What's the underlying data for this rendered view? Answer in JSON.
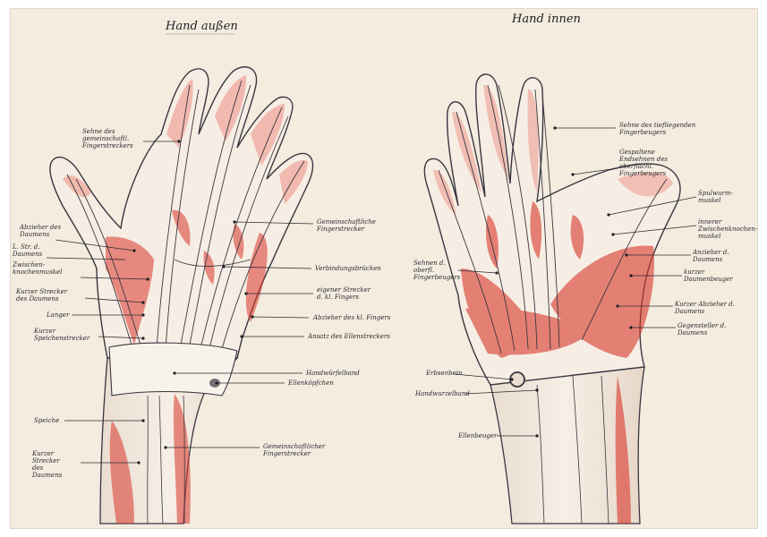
{
  "titles": {
    "left": "Hand außen",
    "right": "Hand innen"
  },
  "left_labels": [
    "Sehne des\ngemeinschaftl.\nFingerstreckers",
    "Abzieher des\nDaumens",
    "L. Str. d.\nDaumens",
    "Zwischen-\nknochenmuskel",
    "Kurzer Strecker\ndes Daumens",
    "Langer",
    "Kurzer\nSpeichenstrecker",
    "Speiche",
    "Kurzer\nStrecker\ndes\nDaumens",
    "Gemeinschaftliche\nFingerstrecker",
    "Verbindungsbrücken",
    "eigener Strecker\nd. kl. Fingers",
    "Abzieher des kl. Fingers",
    "Ansatz des Ellenstreckers",
    "Handwürfelband",
    "Ellenköpfchen",
    "Gemeinschaftlicher\nFingerstrecker"
  ],
  "right_labels": [
    "Sehne des tiefliegenden\nFingerbeugers",
    "Gespaltene\nEndsehnen des\noberflächl.\nFingerbeugers",
    "Spulwurm-\nmuskel",
    "innerer\nZwischenknochen-\nmuskel",
    "Anzieher d.\nDaumens",
    "kurzer\nDaumenbeuger",
    "Kurzer Abzieher d.\nDaumens",
    "Gegensteller d.\nDaumens",
    "Sehnen d.\noberfl.\nFingerbeugers",
    "Erbsenbein",
    "Handwurzelband",
    "Ellenbeuger"
  ],
  "colors": {
    "paper": "#f3ecdf",
    "muscle": "#d9362b",
    "muscle_light": "#ee8f84",
    "pencil": "#3a3640",
    "bone": "#f5efe4"
  }
}
